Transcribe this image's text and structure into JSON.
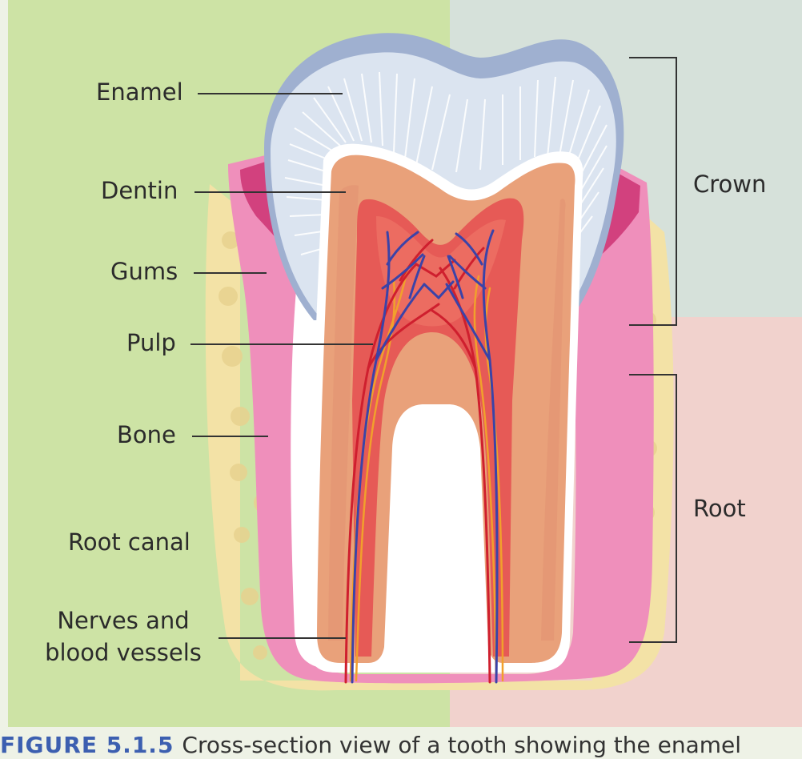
{
  "figure": {
    "labels": {
      "enamel": "Enamel",
      "dentin": "Dentin",
      "gums": "Gums",
      "pulp": "Pulp",
      "bone": "Bone",
      "root_canal": "Root canal",
      "nerves": "Nerves and blood vessels"
    },
    "regions": {
      "crown": "Crown",
      "root": "Root"
    },
    "caption": {
      "number": "FIGURE 5.1.5",
      "text": "Cross-section view of a tooth showing the enamel"
    },
    "colors": {
      "panel_left": "#cde3a5",
      "panel_crown": "#d6e1da",
      "panel_root": "#f1d2cd",
      "bone": "#f3e2a6",
      "bone_spot": "#e8d28f",
      "gum_outer": "#ef8fbb",
      "gum_dark": "#d2417e",
      "enamel": "#dbe4f0",
      "enamel_edge": "#9fb0d0",
      "dentin": "#e9a17a",
      "pulp": "#e65a56",
      "vein": "#3b43a8",
      "artery": "#cf1f2e",
      "nerve": "#f1a02c",
      "leader": "#333333"
    }
  }
}
